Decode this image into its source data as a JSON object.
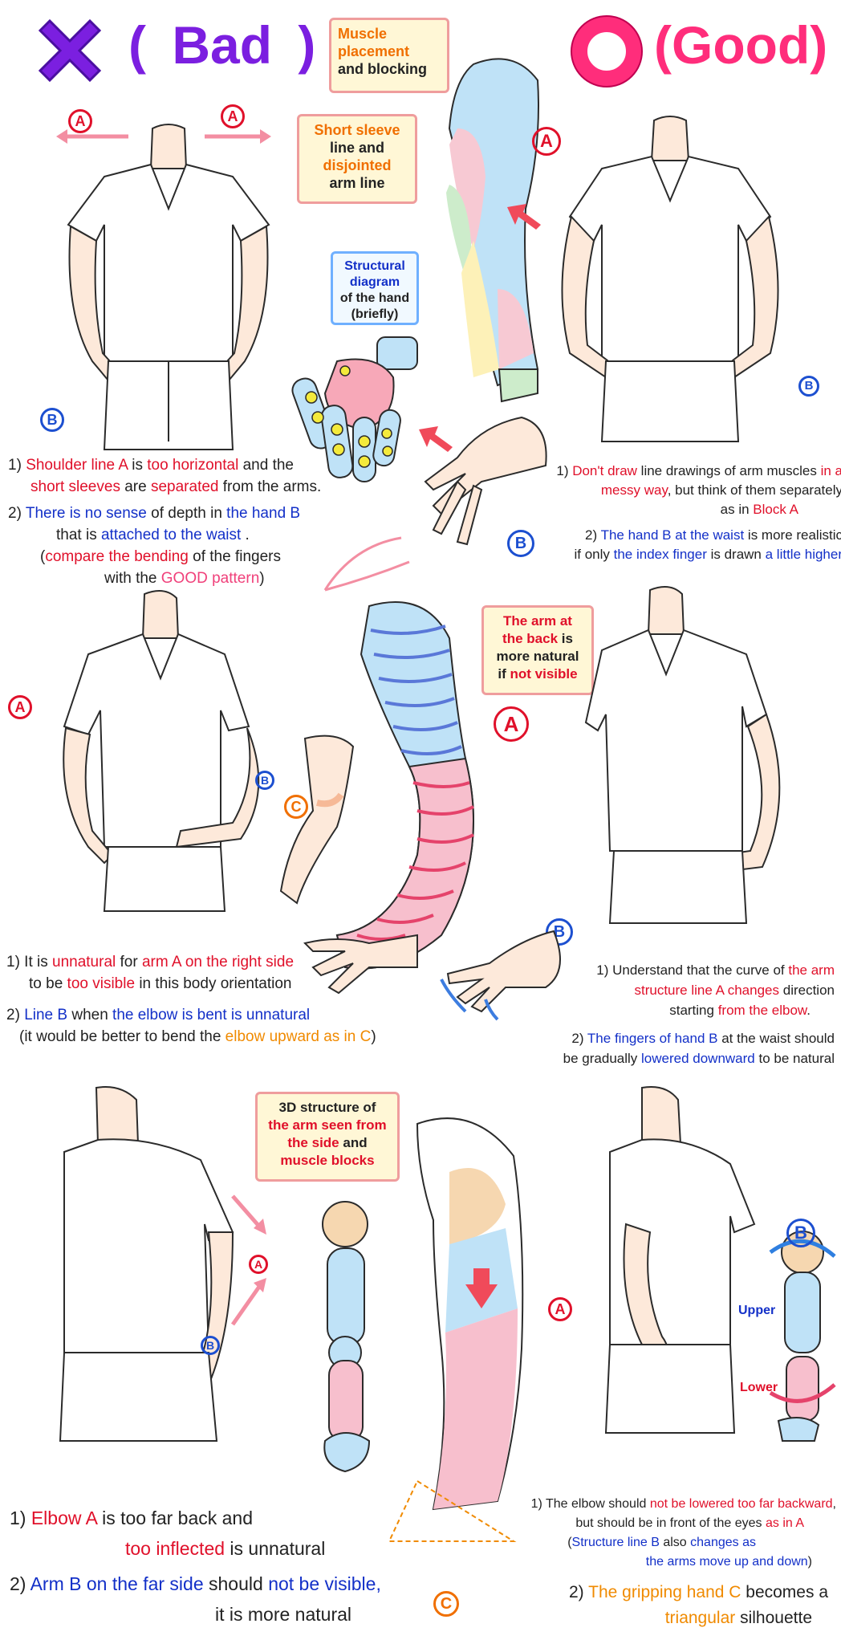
{
  "header": {
    "bad_label": "Bad",
    "good_label": "Good",
    "bad_paren_open": "(",
    "bad_paren_close": ")",
    "good_paren_open": "(",
    "good_paren_close": ")"
  },
  "labels": {
    "A": "A",
    "B": "B",
    "C": "C"
  },
  "row1": {
    "callout_muscle": [
      "Muscle",
      "placement",
      "and blocking"
    ],
    "callout_sleeve": [
      "Short sleeve",
      "line and",
      "disjointed",
      "arm line"
    ],
    "callout_hand": [
      "Structural",
      "diagram",
      "of the hand",
      "(briefly)"
    ],
    "bad_note1": [
      "1) ",
      "Shoulder line A",
      " is ",
      "too horizontal",
      " and the"
    ],
    "bad_note1b": [
      "short sleeves",
      " are ",
      "separated",
      " from the arms."
    ],
    "bad_note2": [
      "2) ",
      "There is no sense",
      " of depth in ",
      "the hand B"
    ],
    "bad_note2b": [
      "that is ",
      "attached to the waist",
      " ."
    ],
    "bad_note2c": [
      "(",
      "compare the bending",
      " of the fingers"
    ],
    "bad_note2d": [
      "with the ",
      "GOOD pattern",
      ")"
    ],
    "good_note1": [
      "1) ",
      "Don't draw",
      " line drawings of arm muscles ",
      "in a"
    ],
    "good_note1b": [
      "messy way",
      ", but think of them separately"
    ],
    "good_note1c": [
      "as in ",
      "Block A"
    ],
    "good_note2": [
      "2) ",
      "The hand B at the waist",
      " is more realistic"
    ],
    "good_note2b": [
      "if only ",
      "the index finger",
      " is drawn ",
      "a little higher"
    ]
  },
  "row2": {
    "callout_back": [
      "The arm at",
      "the back",
      " is",
      "more natural",
      "if ",
      "not visible"
    ],
    "bad_note1": [
      "1) It is ",
      "unnatural",
      " for ",
      "arm A on the right side"
    ],
    "bad_note1b": [
      "to be ",
      "too visible",
      " in this body orientation"
    ],
    "bad_note2": [
      "2) ",
      "Line B",
      " when ",
      "the elbow is bent is unnatural"
    ],
    "bad_note2b": [
      "(it would be better to bend the ",
      "elbow upward as in C",
      ")"
    ],
    "good_note1": [
      "1) Understand that the curve of ",
      "the arm"
    ],
    "good_note1b": [
      "structure line A changes",
      " direction"
    ],
    "good_note1c": [
      "starting ",
      "from the elbow",
      "."
    ],
    "good_note2": [
      "2) ",
      "The fingers of hand B",
      " at the waist should"
    ],
    "good_note2b": [
      "be gradually ",
      "lowered downward",
      " to be natural"
    ]
  },
  "row3": {
    "callout_3d": [
      "3D structure of",
      "the arm seen from",
      "the side",
      " and",
      "muscle blocks"
    ],
    "upper_label": "Upper",
    "lower_label": "Lower",
    "bad_note1": [
      "1) ",
      "Elbow A",
      " is too far back and"
    ],
    "bad_note1b": [
      "too inflected",
      " is unnatural"
    ],
    "bad_note2": [
      "2) ",
      "Arm B on the far side",
      " should ",
      "not be visible",
      ","
    ],
    "bad_note2b": [
      "it is more natural"
    ],
    "good_note1": [
      "1) The elbow should ",
      "not be lowered too far backward",
      ","
    ],
    "good_note1b": [
      "but should be in front of the eyes ",
      "as in A"
    ],
    "good_note1c": [
      "(",
      "Structure line B",
      " also ",
      "changes as"
    ],
    "good_note1d": [
      "the arms move up and down",
      ")"
    ],
    "good_note2": [
      "2) ",
      "The gripping hand C",
      " becomes a"
    ],
    "good_note2b": [
      "triangular",
      " silhouette"
    ]
  },
  "colors": {
    "bad_purple": "#7b1fe0",
    "good_pink": "#ff2d7b",
    "accent_red": "#e0102a",
    "accent_blue": "#1330c8",
    "accent_orange": "#f08a00"
  }
}
